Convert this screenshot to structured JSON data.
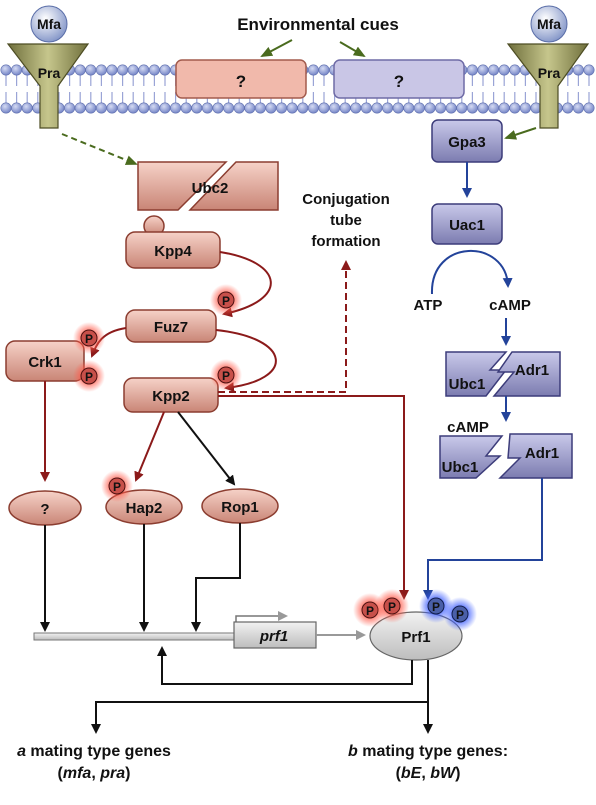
{
  "title": "Environmental cues",
  "membrane": {
    "ligand_left": "Mfa",
    "receptor_left": "Pra",
    "ligand_right": "Mfa",
    "receptor_right": "Pra",
    "unknown_left": "?",
    "unknown_right": "?"
  },
  "red_pathway": {
    "ubc2": "Ubc2",
    "kpp4": "Kpp4",
    "fuz7": "Fuz7",
    "kpp2": "Kpp2",
    "crk1": "Crk1",
    "unknown_tf": "?",
    "hap2": "Hap2",
    "rop1": "Rop1",
    "phospho": "P"
  },
  "conjugation": {
    "line1": "Conjugation",
    "line2": "tube",
    "line3": "formation"
  },
  "blue_pathway": {
    "gpa3": "Gpa3",
    "uac1": "Uac1",
    "atp": "ATP",
    "camp": "cAMP",
    "ubc1": "Ubc1",
    "adr1": "Adr1",
    "camp2": "cAMP",
    "ubc1_b": "Ubc1",
    "adr1_b": "Adr1"
  },
  "gene": {
    "prf1_gene": "prf1",
    "prf1_protein": "Prf1"
  },
  "outputs": {
    "a_italic": "a",
    "a_rest": " mating type genes",
    "a_open": "(",
    "a_mfa": "mfa",
    "a_comma": ", ",
    "a_pra": "pra",
    "a_close": ")",
    "b_italic": "b",
    "b_rest": " mating type genes:",
    "b_open": "(",
    "b_be": "bE",
    "b_comma": ", ",
    "b_bw": "bW",
    "b_close": ")"
  },
  "colors": {
    "red_box": "#e9a898",
    "red_dark": "#8b1a1a",
    "blue_box": "#9f9fcf",
    "blue_dark": "#23439a",
    "green_arrow": "#4a6b1e",
    "membrane": "#8f9fd6",
    "receptor": "#9c9c5c"
  }
}
